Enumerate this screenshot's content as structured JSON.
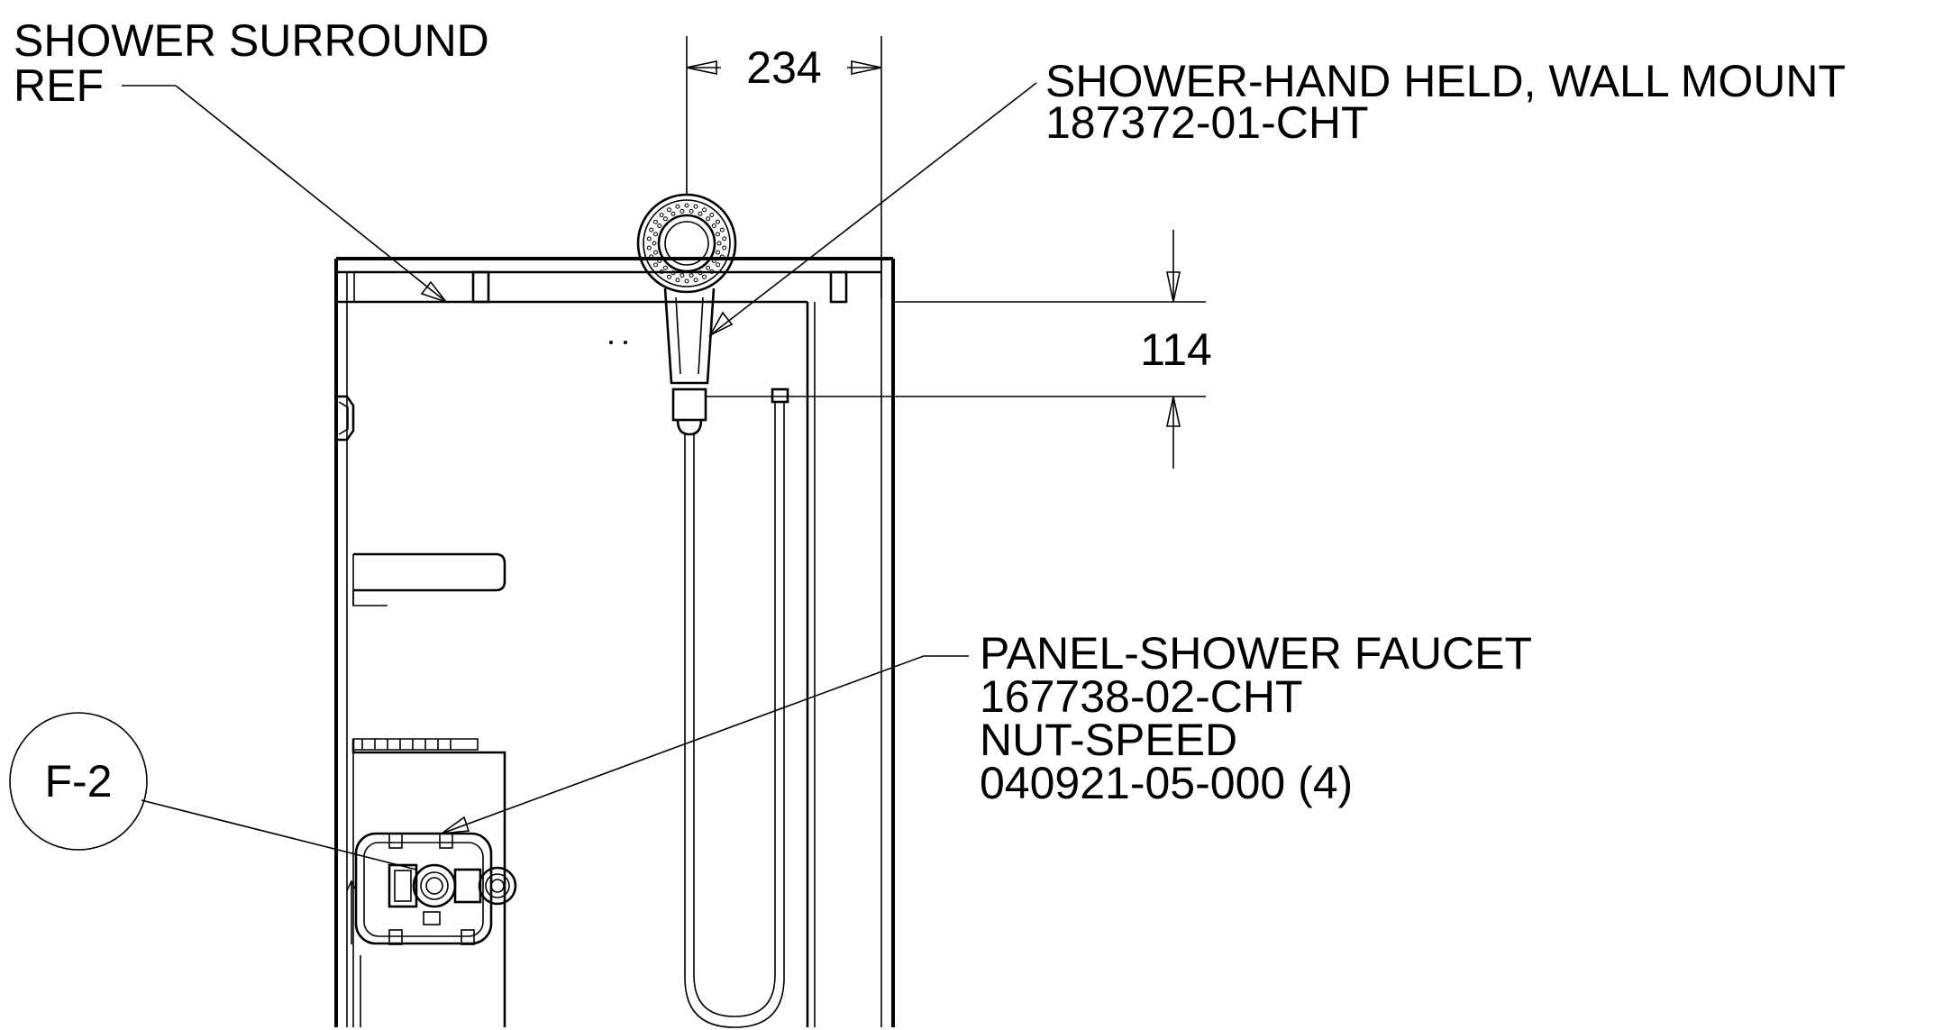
{
  "labels": {
    "surround_line1": "SHOWER SURROUND",
    "surround_line2": "REF",
    "handheld_line1": "SHOWER-HAND HELD, WALL MOUNT",
    "handheld_line2": "187372-01-CHT",
    "panel_line1": "PANEL-SHOWER FAUCET",
    "panel_line2": "167738-02-CHT",
    "panel_line3": "NUT-SPEED",
    "panel_line4": "040921-05-000 (4)",
    "detail_callout": "F-2"
  },
  "dimensions": {
    "width_value": "234",
    "height_value": "114"
  }
}
